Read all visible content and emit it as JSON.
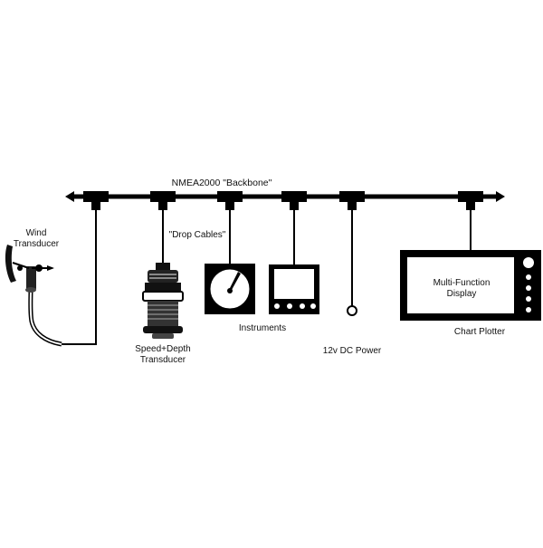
{
  "diagram": {
    "backbone_label": "NMEA2000 \"Backbone\"",
    "drop_cables_label": "\"Drop Cables\"",
    "wind_label_line1": "Wind",
    "wind_label_line2": "Transducer",
    "speed_label_line1": "Speed+Depth",
    "speed_label_line2": "Transducer",
    "instruments_label": "Instruments",
    "power_label": "12v DC Power",
    "plotter_label": "Chart Plotter",
    "display_label_line1": "Multi-Function",
    "display_label_line2": "Display"
  },
  "colors": {
    "line": "#000000",
    "background": "#ffffff"
  }
}
